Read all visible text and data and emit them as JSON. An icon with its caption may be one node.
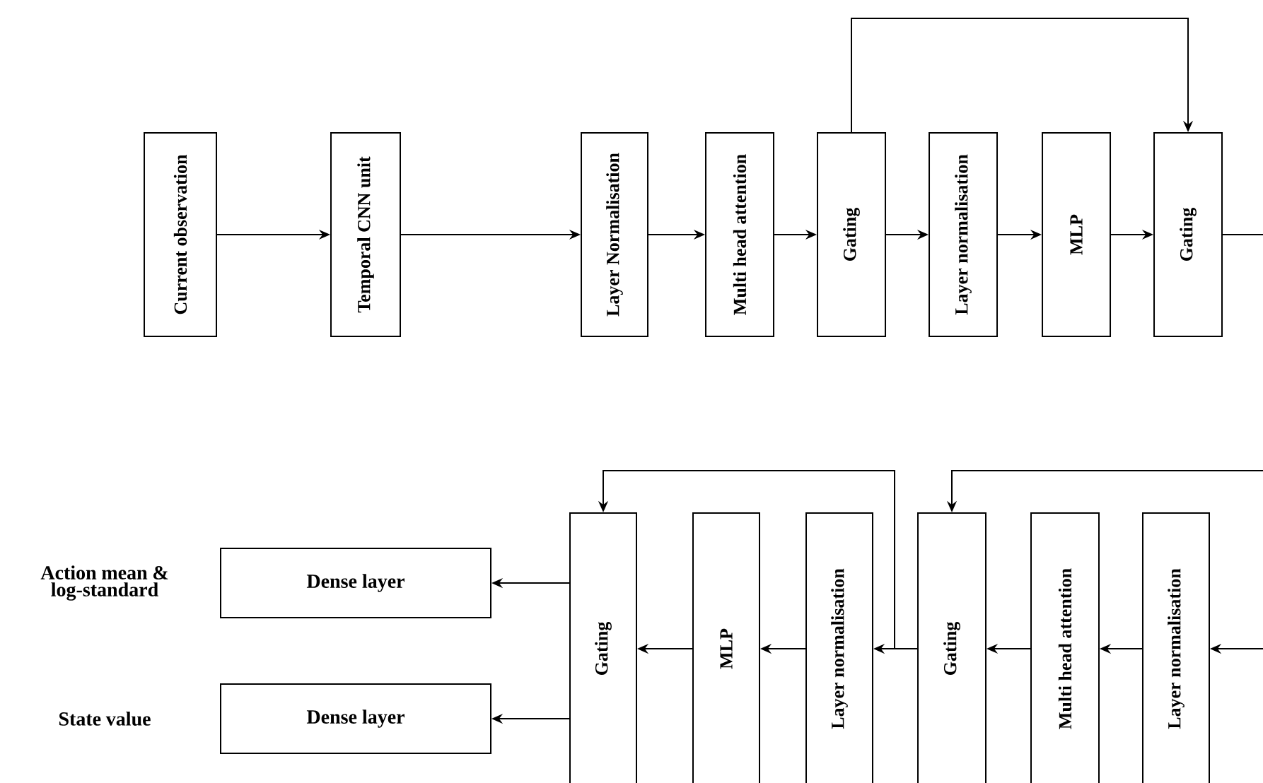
{
  "diagram": {
    "nodes": [
      {
        "text": [
          "Current observation"
        ]
      },
      {
        "text": [
          "Temporal CNN unit"
        ]
      },
      {
        "text": [
          "Layer Normalisation"
        ]
      },
      {
        "text": [
          "Multi head attention"
        ]
      },
      {
        "text": [
          "Gating"
        ]
      },
      {
        "text": [
          "Layer normalisation"
        ]
      },
      {
        "text": [
          "MLP"
        ]
      },
      {
        "text": [
          "Gating"
        ]
      },
      {
        "text": [
          "Dense layer"
        ],
        "beside": [
          "Action mean & log-standard"
        ]
      },
      {
        "text": [
          "Dense layer"
        ],
        "beside": [
          "State value"
        ]
      },
      {
        "text": [
          "Gating"
        ]
      },
      {
        "text": [
          "MLP"
        ]
      },
      {
        "text": [
          "Layer normalisation"
        ]
      },
      {
        "text": [
          "Gating"
        ]
      },
      {
        "text": [
          "Multi head attention"
        ]
      },
      {
        "text": [
          "Layer normalisation"
        ]
      }
    ],
    "edges": [
      {
        "from": 0,
        "to": 1,
        "arrow": "to"
      },
      {
        "from": 1,
        "to": 2,
        "arrow": "to"
      },
      {
        "from": 2,
        "to": 3,
        "arrow": "to"
      },
      {
        "from": 3,
        "to": 4,
        "arrow": "to"
      },
      {
        "from": 4,
        "to": 5,
        "arrow": "to"
      },
      {
        "from": 5,
        "to": 6,
        "arrow": "to"
      },
      {
        "from": 6,
        "to": 7,
        "arrow": "to"
      },
      {
        "from": 4,
        "to": 7,
        "arrow": "to"
      },
      {
        "from": 7,
        "to": null,
        "arrow": "none"
      },
      {
        "from": 10,
        "to": 8,
        "arrow": "to"
      },
      {
        "from": 10,
        "to": 9,
        "arrow": "to"
      },
      {
        "from": 11,
        "to": 10,
        "arrow": "to"
      },
      {
        "from": 12,
        "to": 11,
        "arrow": "to"
      },
      {
        "from": 13,
        "to": 12,
        "arrow": "to"
      },
      {
        "from": 13,
        "to": 10,
        "arrow": "to"
      },
      {
        "from": 14,
        "to": 13,
        "arrow": "to"
      },
      {
        "from": 15,
        "to": 14,
        "arrow": "to"
      },
      {
        "from": null,
        "to": 15,
        "arrow": "to"
      },
      {
        "from": null,
        "to": 13,
        "arrow": "to"
      }
    ]
  }
}
